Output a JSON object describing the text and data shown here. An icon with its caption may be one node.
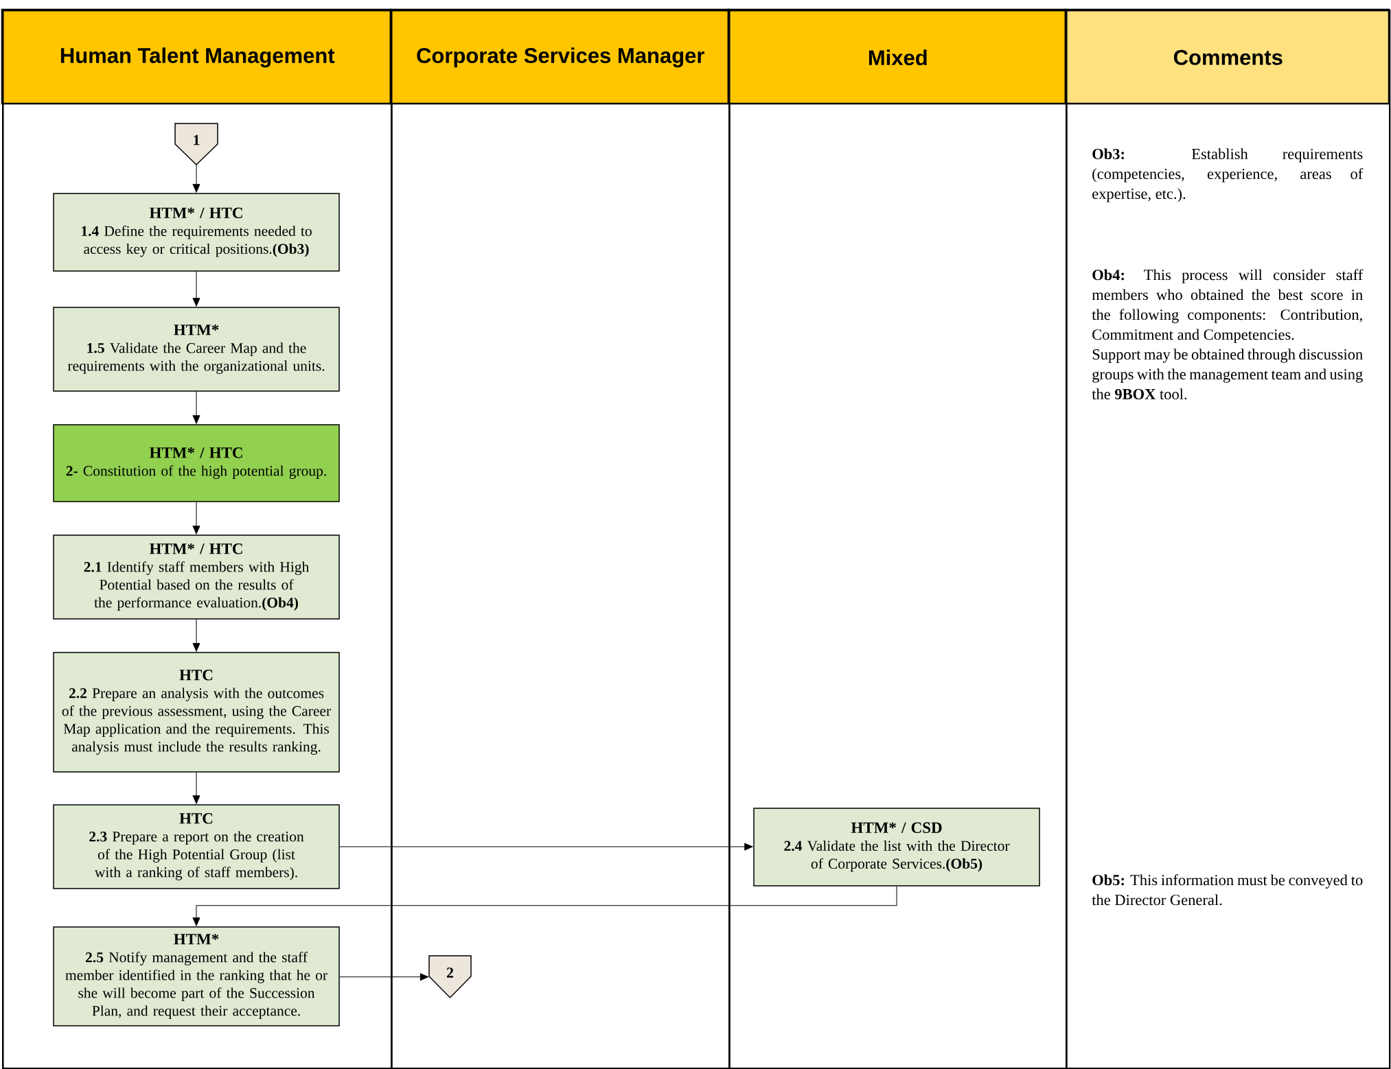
{
  "diagram": {
    "nodes": [
      {
        "text": [
          "Human Talent Management"
        ]
      },
      {
        "text": [
          "Corporate Services Manager"
        ]
      },
      {
        "text": [
          "Mixed"
        ]
      },
      {
        "text": [
          "Comments"
        ]
      },
      {
        "text": [
          "1"
        ],
        "in": 0
      },
      {
        "text": [
          "HTM* / HTC",
          "**1.4** Define the requirements needed to access key or critical positions.**(Ob3)**"
        ],
        "in": 0
      },
      {
        "text": [
          "HTM*",
          "**1.5** Validate the Career Map and the requirements with the organizational units."
        ],
        "in": 0
      },
      {
        "text": [
          "HTM* / HTC",
          "**2-** Constitution of the high potential group."
        ],
        "in": 0
      },
      {
        "text": [
          "HTM* / HTC",
          "**2.1** Identify staff members with High Potential based on the results of the performance evaluation.**(Ob4)**"
        ],
        "in": 0
      },
      {
        "text": [
          "HTC",
          "**2.2** Prepare an analysis with the outcomes of the previous assessment, using the Career Map application and the requirements. This analysis must include the results ranking."
        ],
        "in": 0
      },
      {
        "text": [
          "HTC",
          "**2.3** Prepare a report on the creation of the High Potential Group (list with a ranking of staff members)."
        ],
        "in": 0
      },
      {
        "text": [
          "HTM* / CSD",
          "**2.4** Validate the list with the Director of Corporate Services.**(Ob5)**"
        ],
        "in": 2
      },
      {
        "text": [
          "HTM*",
          "**2.5** Notify management and the staff member identified in the ranking that he or she will become part of the Succession Plan, and request their acceptance."
        ],
        "in": 0
      },
      {
        "text": [
          "2"
        ],
        "in": 1
      }
    ],
    "edges": [
      {
        "from": 4,
        "to": 5,
        "arrow": "to"
      },
      {
        "from": 5,
        "to": 6,
        "arrow": "to"
      },
      {
        "from": 6,
        "to": 7,
        "arrow": "to"
      },
      {
        "from": 7,
        "to": 8,
        "arrow": "to"
      },
      {
        "from": 8,
        "to": 9,
        "arrow": "to"
      },
      {
        "from": 9,
        "to": 10,
        "arrow": "to"
      },
      {
        "from": 10,
        "to": 11,
        "arrow": "to"
      },
      {
        "from": 11,
        "to": 12,
        "arrow": "to"
      },
      {
        "from": 12,
        "to": 13,
        "arrow": "to"
      }
    ],
    "labels": [
      "**Ob3:** Establish requirements (competencies, experience, areas of expertise, etc.).",
      "**Ob4:** This process will consider staff members who obtained the best score in the following components: Contribution, Commitment and Competencies.",
      "Support may be obtained through discussion groups with the management team and using the **9BOX** tool.",
      "**Ob5:** This information must be conveyed to the Director General."
    ]
  }
}
